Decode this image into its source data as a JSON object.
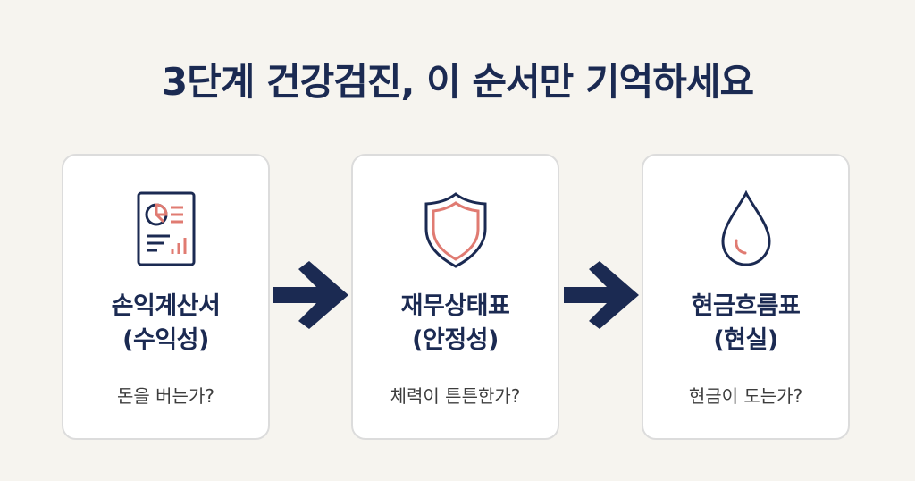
{
  "title": "3단계 건강검진, 이 순서만 기억하세요",
  "colors": {
    "background": "#f6f4ef",
    "navy": "#1b2a52",
    "accent": "#e07b72",
    "card_bg": "#ffffff",
    "card_border": "#dcdcdc",
    "text_gray": "#3d3d3d"
  },
  "steps": [
    {
      "icon": "financial-report-icon",
      "name_line1": "손익계산서",
      "name_line2": "(수익성)",
      "question": "돈을 버는가?"
    },
    {
      "icon": "shield-icon",
      "name_line1": "재무상태표",
      "name_line2": "(안정성)",
      "question": "체력이 튼튼한가?"
    },
    {
      "icon": "water-drop-icon",
      "name_line1": "현금흐름표",
      "name_line2": "(현실)",
      "question": "현금이 도는가?"
    }
  ],
  "arrows": [
    "arrow-right-icon",
    "arrow-right-icon"
  ]
}
